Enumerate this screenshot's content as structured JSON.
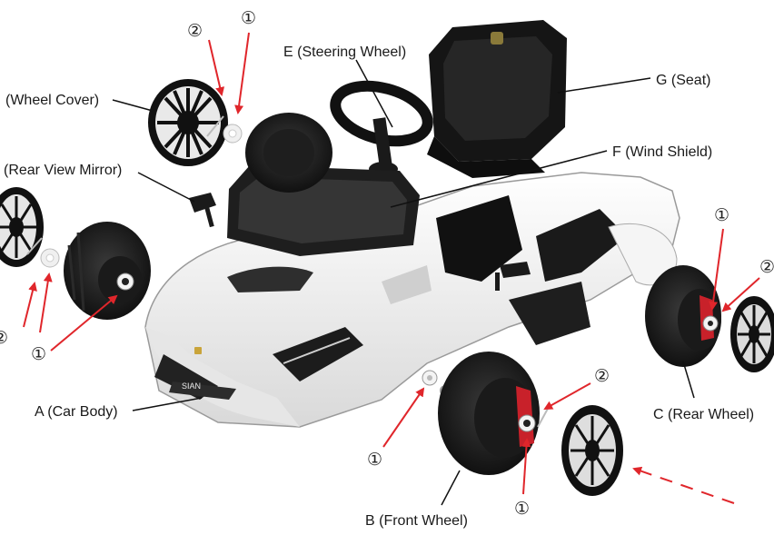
{
  "labels": {
    "wheel_cover": "(Wheel Cover)",
    "rear_view_mirror": "(Rear View Mirror)",
    "steering_wheel": "E (Steering Wheel)",
    "seat": "G (Seat)",
    "wind_shield": "F (Wind Shield)",
    "car_body": "A (Car Body)",
    "front_wheel": "B (Front Wheel)",
    "rear_wheel": "C (Rear Wheel)"
  },
  "markers": {
    "one": "①",
    "two": "②"
  },
  "emblem_text": "SIAN",
  "colors": {
    "arrow": "#e0262b",
    "leader": "#111111",
    "body": "#f2f2f0",
    "dark": "#1b1b1b"
  }
}
